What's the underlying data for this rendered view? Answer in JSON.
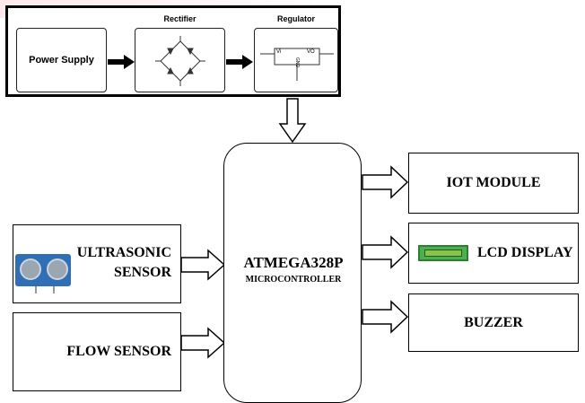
{
  "power_section": {
    "power_supply_label": "Power Supply",
    "rectifier_label": "Rectifier",
    "regulator_label": "Regulator",
    "regulator_pins": {
      "vin": "Vi",
      "vout": "VO",
      "gnd": "GND"
    }
  },
  "microcontroller": {
    "name": "ATMEGA328P",
    "subtitle": "MICROCONTROLLER"
  },
  "inputs": {
    "ultrasonic_line1": "ULTRASONIC",
    "ultrasonic_line2": "SENSOR",
    "flow_sensor": "FLOW SENSOR"
  },
  "outputs": {
    "iot_module": "IOT MODULE",
    "lcd_display": "LCD DISPLAY",
    "buzzer": "BUZZER"
  },
  "colors": {
    "lcd_green": "#4caf50",
    "sensor_blue": "#2f6fb5",
    "watermark_pink": "#ffe3e6"
  }
}
